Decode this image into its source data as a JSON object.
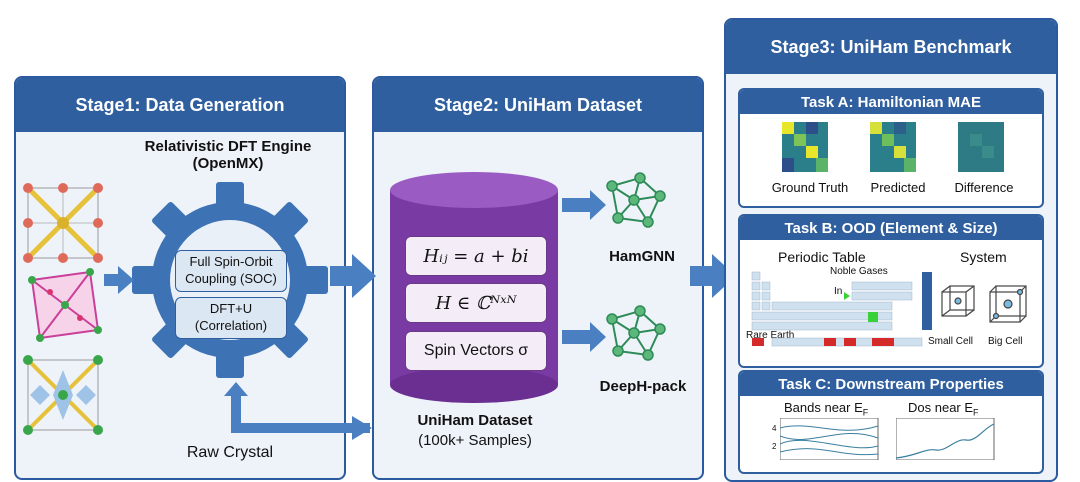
{
  "stage1": {
    "title": "Stage1:  Data Generation",
    "engine_line1": "Relativistic DFT Engine",
    "engine_line2": "(OpenMX)",
    "soc_line1": "Full Spin-Orbit",
    "soc_line2": "Coupling (SOC)",
    "dftu_line1": "DFT+U",
    "dftu_line2": "(Correlation)",
    "raw_label": "Raw Crystal"
  },
  "stage2": {
    "title": "Stage2:  UniHam Dataset",
    "formula1": "Hᵢⱼ = a + bi",
    "formula2": "H ∈ ℂᴺˣᴺ",
    "formula3": "Spin Vectors σ",
    "model1": "HamGNN",
    "model2": "DeepH-pack",
    "dataset_label": "UniHam Dataset",
    "dataset_sub": "(100k+ Samples)"
  },
  "stage3": {
    "title": "Stage3:  UniHam Benchmark",
    "taskA": {
      "title": "Task A: Hamiltonian MAE",
      "labels": [
        "Ground Truth",
        "Predicted",
        "Difference"
      ]
    },
    "taskB": {
      "title": "Task B: OOD  (Element & Size)",
      "periodic": "Periodic Table",
      "system": "System",
      "noble": "Noble Gases",
      "in": "In",
      "rare": "Rare Earth",
      "small": "Small Cell",
      "big": "Big Cell"
    },
    "taskC": {
      "title": "Task C: Downstream Properties",
      "bands": "Bands near E",
      "bands_sub": "F",
      "dos": "Dos near E",
      "dos_sub": "F",
      "tick4": "4",
      "tick2": "2"
    }
  },
  "colors": {
    "header": "#2f5f9e",
    "arrow": "#4a7fc1",
    "gear": "#3d72b5",
    "cylinder": "#7a3aa3",
    "network": "#2e8b57"
  }
}
